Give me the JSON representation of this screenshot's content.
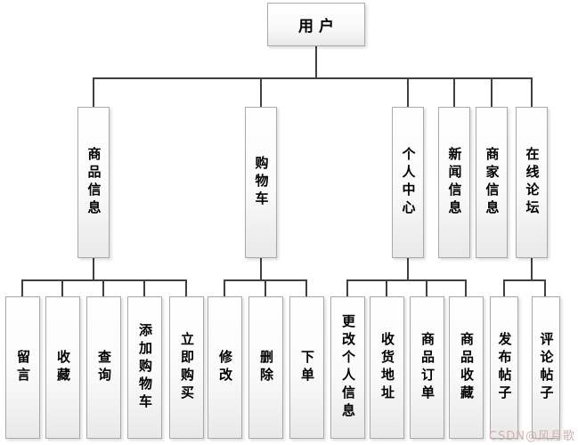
{
  "diagram": {
    "type": "hierarchy-tree",
    "title_node": "用户",
    "level2": [
      "商品信息",
      "购物车",
      "个人中心",
      "新闻信息",
      "商家信息",
      "在线论坛"
    ],
    "level3": [
      "留言",
      "收藏",
      "查询",
      "添加购物车",
      "立即购买",
      "修改",
      "删除",
      "下单",
      "更改个人信息",
      "收货地址",
      "商品订单",
      "商品收藏",
      "发布帖子",
      "评论帖子"
    ],
    "hierarchy": {
      "用户": [
        "商品信息",
        "购物车",
        "个人中心",
        "新闻信息",
        "商家信息",
        "在线论坛"
      ],
      "商品信息": [
        "留言",
        "收藏",
        "查询",
        "添加购物车",
        "立即购买"
      ],
      "购物车": [
        "修改",
        "删除",
        "下单"
      ],
      "个人中心": [
        "更改个人信息",
        "收货地址",
        "商品订单",
        "商品收藏"
      ],
      "新闻信息": [],
      "商家信息": [],
      "在线论坛": [
        "发布帖子",
        "评论帖子"
      ]
    },
    "colors": {
      "connector": "#3f3f3f",
      "node_border": "#a9a9a9",
      "node_fill_top": "#ffffff",
      "node_fill_bottom": "#e9e9e9",
      "text": "#000000",
      "watermark": "#cfb0b0"
    },
    "watermark": "CSDN@风月歌"
  }
}
